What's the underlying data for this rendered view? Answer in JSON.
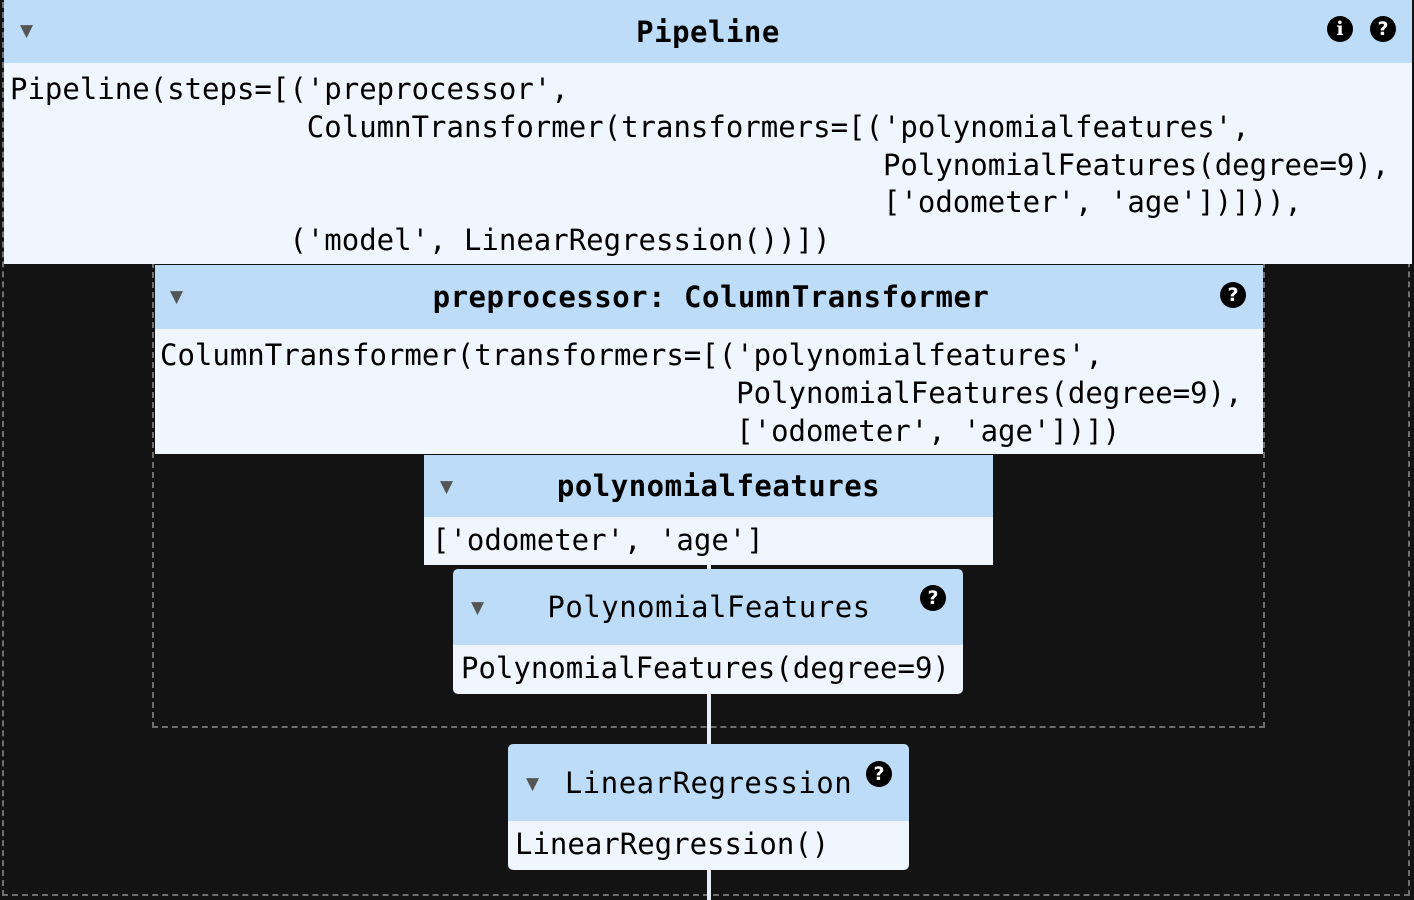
{
  "pipeline": {
    "title": "Pipeline",
    "repr": "Pipeline(steps=[('preprocessor',\n                 ColumnTransformer(transformers=[('polynomialfeatures',\n                                                  PolynomialFeatures(degree=9),\n                                                  ['odometer', 'age'])])),\n                ('model', LinearRegression())])"
  },
  "preprocessor": {
    "title": "preprocessor: ColumnTransformer",
    "repr": "ColumnTransformer(transformers=[('polynomialfeatures',\n                                 PolynomialFeatures(degree=9),\n                                 ['odometer', 'age'])])"
  },
  "polyfeatures_group": {
    "title": "polynomialfeatures",
    "columns": "['odometer', 'age']"
  },
  "polyfeatures": {
    "title": "PolynomialFeatures",
    "repr": "PolynomialFeatures(degree=9)"
  },
  "model": {
    "title": "LinearRegression",
    "repr": "LinearRegression()"
  },
  "icons": {
    "chevron": "▼",
    "info": "i",
    "help": "?"
  },
  "colors": {
    "header_bg": "#bcdcf8",
    "body_bg": "#f0f6fe",
    "background": "#131313"
  }
}
